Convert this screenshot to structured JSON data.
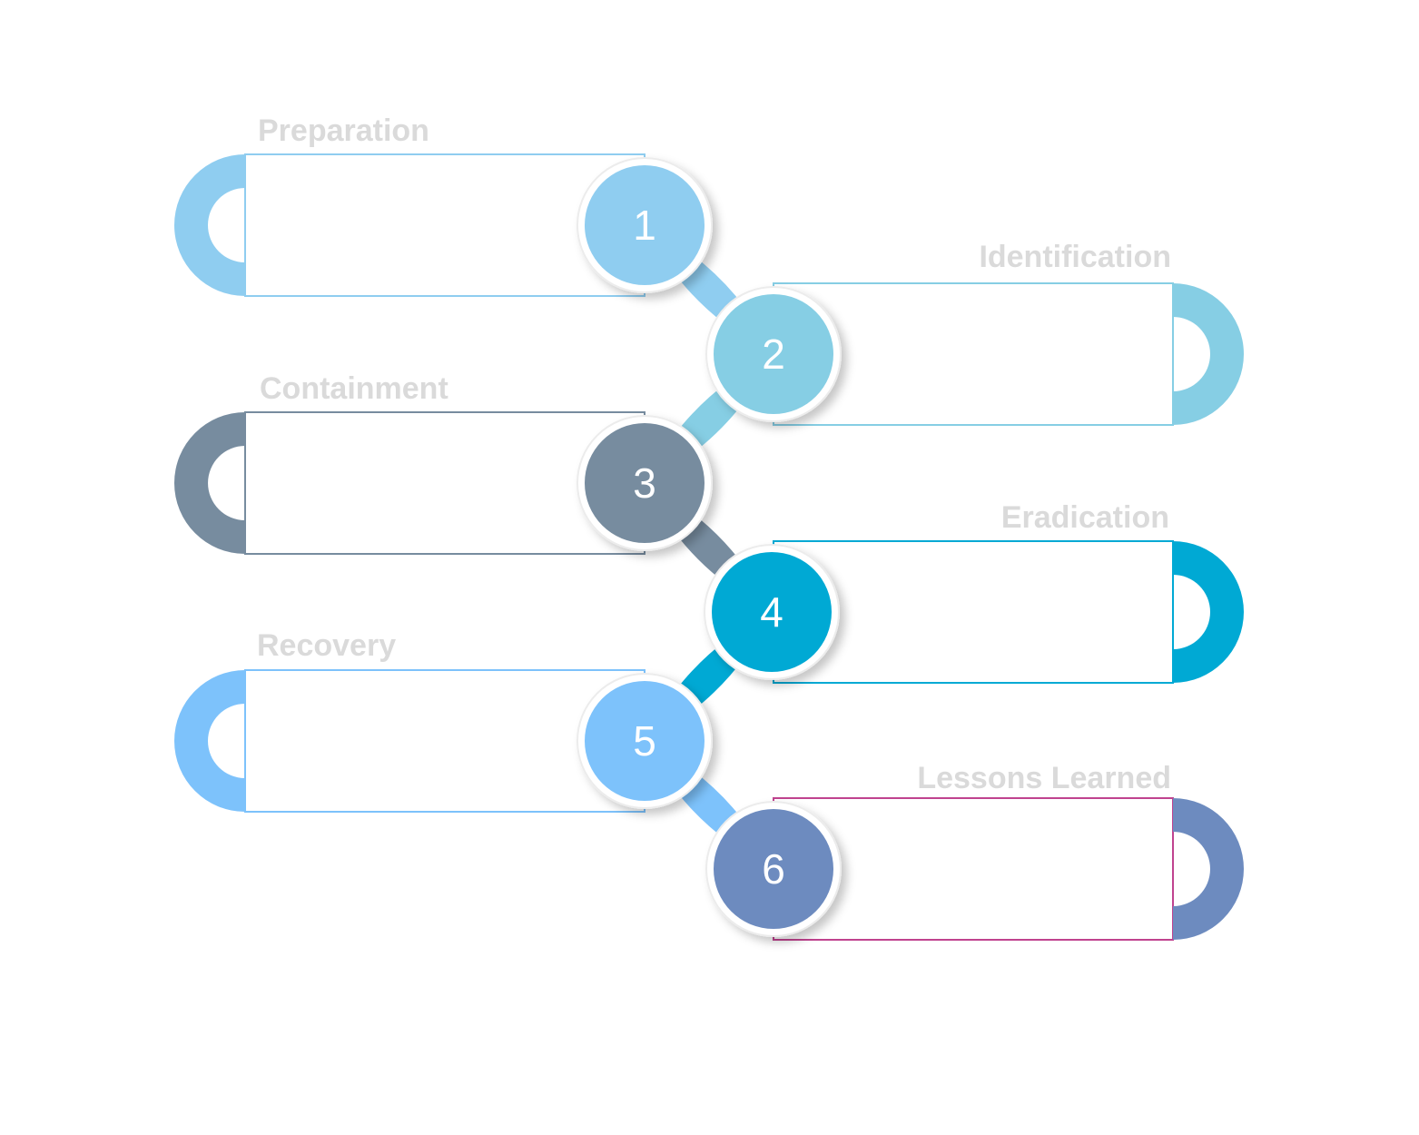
{
  "steps": [
    {
      "number": "1",
      "title": "Preparation",
      "color": "#8fcdf0",
      "line_color": "#8fcdf0"
    },
    {
      "number": "2",
      "title": "Identification",
      "color": "#86cee4",
      "line_color": "#86cee4"
    },
    {
      "number": "3",
      "title": "Containment",
      "color": "#778c9f",
      "line_color": "#778c9f"
    },
    {
      "number": "4",
      "title": "Eradication",
      "color": "#00a9d4",
      "line_color": "#00a9d4"
    },
    {
      "number": "5",
      "title": "Recovery",
      "color": "#7dc2fb",
      "line_color": "#7dc2fb"
    },
    {
      "number": "6",
      "title": "Lessons Learned",
      "color": "#6d8bbf",
      "line_color": "#c0438f"
    }
  ]
}
